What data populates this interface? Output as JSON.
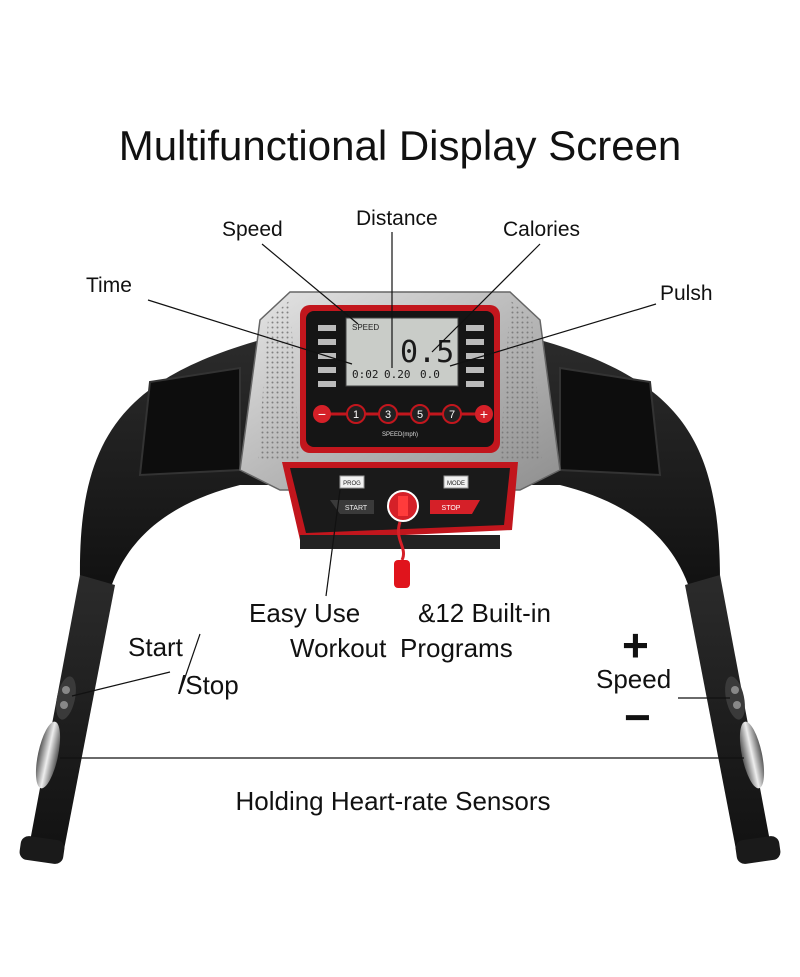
{
  "title": "Multifunctional Display Screen",
  "callouts": {
    "speed": "Speed",
    "distance": "Distance",
    "calories": "Calories",
    "time": "Time",
    "pulse": "Pulsh",
    "easy_use_line1": "Easy Use",
    "easy_use_line2": "Workout",
    "programs_line1": "&12 Built-in",
    "programs_line2": "Programs",
    "start": "Start",
    "stop": "/Stop",
    "plus_sign": "+",
    "speed_side": "Speed",
    "minus_sign": "−",
    "sensors": "Holding Heart-rate Sensors"
  },
  "console": {
    "screen_speed_value": "0.5",
    "screen_tag": "SPEED",
    "screen_small_values": [
      "0:02",
      "0.20",
      "0.0"
    ],
    "speed_buttons": [
      "1",
      "3",
      "5",
      "7"
    ],
    "minus_button": "−",
    "plus_button": "+",
    "speed_caption": "SPEED(mph)",
    "prog_button": "PROG",
    "mode_button": "MODE",
    "start_button": "START",
    "stop_button": "STOP"
  },
  "colors": {
    "console_red": "#c2161d",
    "frame_black": "#1c1c1c",
    "lcd": "#c9ccc8"
  }
}
